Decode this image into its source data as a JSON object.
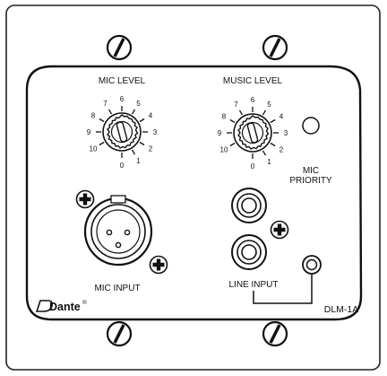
{
  "mic_level": {
    "label": "MIC LEVEL",
    "scale": [
      "0",
      "1",
      "2",
      "3",
      "4",
      "5",
      "6",
      "7",
      "8",
      "9",
      "10"
    ]
  },
  "music_level": {
    "label": "MUSIC LEVEL",
    "scale": [
      "0",
      "1",
      "2",
      "3",
      "4",
      "5",
      "6",
      "7",
      "8",
      "9",
      "10"
    ]
  },
  "mic_priority": {
    "line1": "MIC",
    "line2": "PRIORITY"
  },
  "mic_input": {
    "label": "MIC INPUT"
  },
  "line_input": {
    "label": "LINE INPUT"
  },
  "brand": {
    "name": "Dante",
    "mark": "®"
  },
  "model": {
    "label": "DLM-1A"
  }
}
